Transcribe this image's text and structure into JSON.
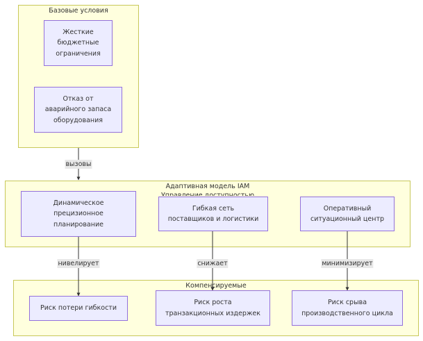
{
  "clusters": {
    "base": {
      "title": "Базовые условия"
    },
    "model": {
      "title": "Адаптивная модель IAM",
      "subtitle": "Управление доступностью"
    },
    "compensated": {
      "title": "Компенсируемые"
    }
  },
  "nodes": {
    "budget": "Жесткие\nбюджетные\nограничения",
    "refusal": "Отказ от\nаварийного запаса\nоборудования",
    "planning": "Динамическое\nпрецизионное\nпланирование",
    "network": "Гибкая сеть\nпоставщиков и логистики",
    "center": "Оперативный\nситуационный центр",
    "risk_flex": "Риск потери гибкости",
    "risk_cost": "Риск роста\nтранзакционных издержек",
    "risk_cycle": "Риск срыва\nпроизводственного цикла"
  },
  "edges": {
    "calls": "вызовы",
    "levels": "нивелирует",
    "reduces": "снижает",
    "minimizes": "минимизирует"
  },
  "colors": {
    "cluster_fill": "#ffffde",
    "cluster_border": "#c8c85a",
    "node_fill": "#ececff",
    "node_border": "#9370db",
    "edge_label_bg": "#e8e8e8",
    "line": "#333333"
  }
}
